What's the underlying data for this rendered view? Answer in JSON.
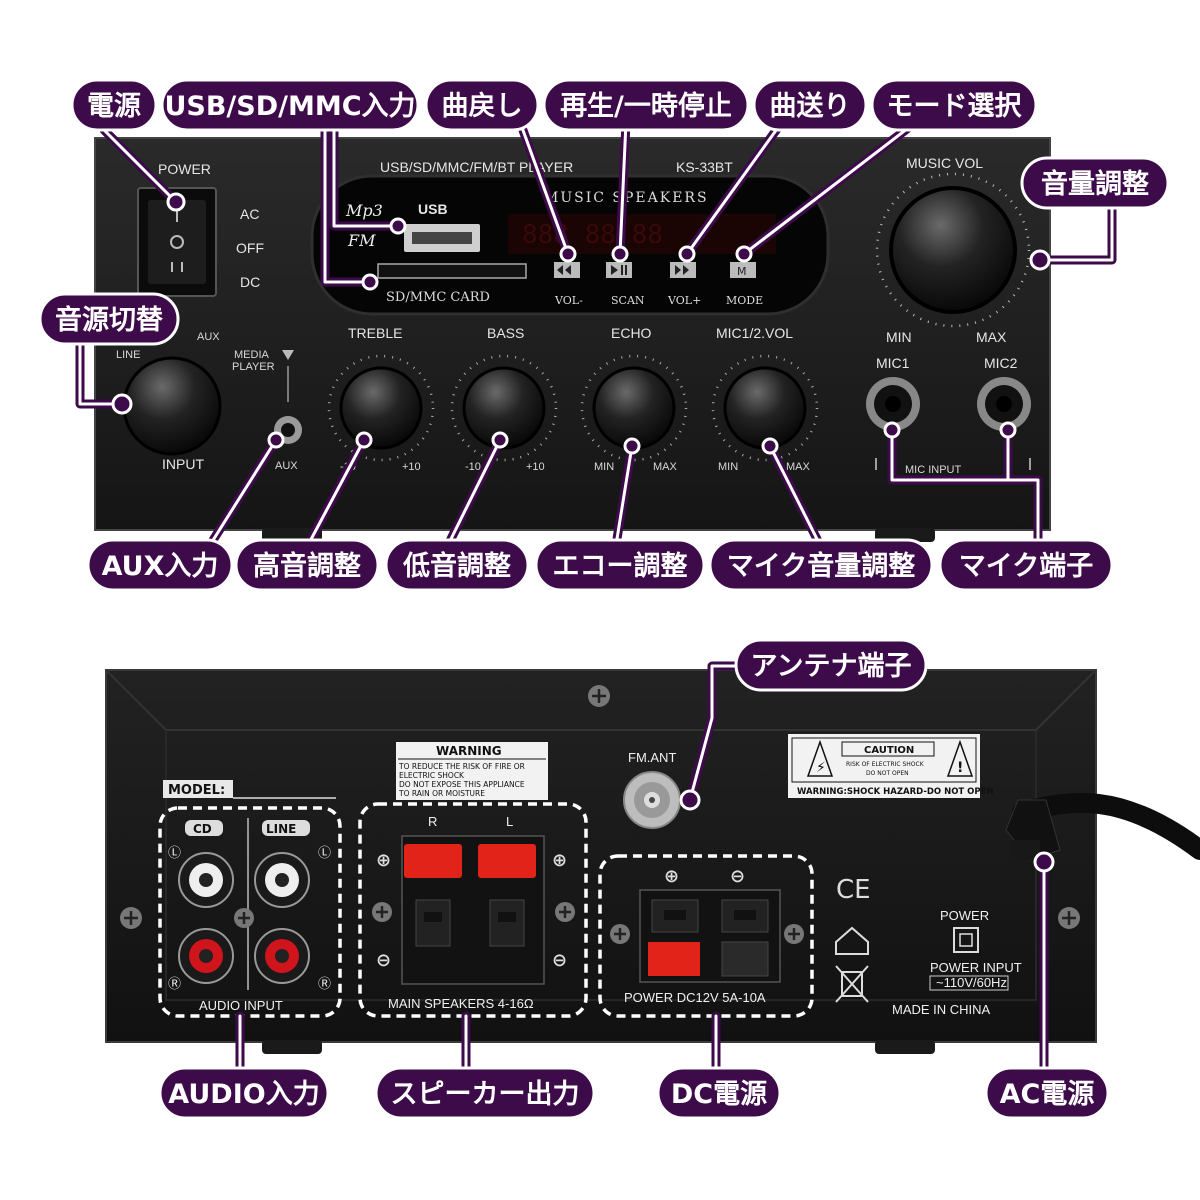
{
  "front": {
    "header_model": "USB/SD/MMC/FM/BT PLAYER",
    "model_number": "KS-33BT",
    "music_speakers": "MUSIC SPEAKERS",
    "power_label": "POWER",
    "switch_ac": "AC",
    "switch_off": "OFF",
    "switch_dc": "DC",
    "mp3_logo": "Mp3",
    "fm_logo": "FM",
    "usb_label": "USB",
    "sd_card_label": "SD/MMC CARD",
    "btn_prev": "VOL-",
    "btn_scan": "SCAN",
    "btn_next": "VOL+",
    "btn_mode": "MODE",
    "music_vol": "MUSIC VOL",
    "vol_min": "MIN",
    "vol_max": "MAX",
    "input_line": "LINE",
    "input_aux": "AUX",
    "input_media": "MEDIA",
    "input_player": "PLAYER",
    "input_label": "INPUT",
    "aux_jack": "AUX",
    "treble": "TREBLE",
    "bass": "BASS",
    "echo": "ECHO",
    "mic_vol": "MIC1/2.VOL",
    "treble_min": "-10",
    "treble_max": "+10",
    "bass_min": "-10",
    "bass_max": "+10",
    "echo_min": "MIN",
    "echo_max": "MAX",
    "mic_min": "MIN",
    "mic_max": "MAX",
    "mic1": "MIC1",
    "mic2": "MIC2",
    "mic_input": "MIC INPUT"
  },
  "front_callouts": {
    "power": "電源",
    "usb_sd_mmc": "USB/SD/MMC入力",
    "prev": "曲戻し",
    "play_pause": "再生/一時停止",
    "next": "曲送り",
    "mode": "モード選択",
    "volume": "音量調整",
    "source": "音源切替",
    "aux_in": "AUX入力",
    "treble": "高音調整",
    "bass": "低音調整",
    "echo": "エコー調整",
    "mic_vol": "マイク音量調整",
    "mic_jack": "マイク端子"
  },
  "rear": {
    "model_label": "MODEL:",
    "cd_label": "CD",
    "line_label": "LINE",
    "audio_input": "AUDIO INPUT",
    "warning_title": "WARNING",
    "warning_line1": "TO REDUCE THE RISK OF FIRE OR",
    "warning_line2": "ELECTRIC SHOCK",
    "warning_line3": "DO NOT EXPOSE THIS APPLIANCE",
    "warning_line4": "TO RAIN OR MOISTURE",
    "speaker_r": "R",
    "speaker_l": "L",
    "main_speakers": "MAIN SPEAKERS 4-16Ω",
    "fm_ant": "FM.ANT",
    "caution_title": "CAUTION",
    "caution_line1": "RISK OF ELECTRIC SHOCK",
    "caution_line2": "DO NOT OPEN",
    "shock_warning": "WARNING:SHOCK HAZARD-DO NOT OPEN",
    "power_dc": "POWER DC12V  5A-10A",
    "ce_mark": "CE",
    "power_label": "POWER",
    "power_input": "POWER INPUT",
    "power_input_spec": "~110V/60Hz",
    "made_in": "MADE IN CHINA"
  },
  "rear_callouts": {
    "antenna": "アンテナ端子",
    "audio_in": "AUDIO入力",
    "speaker_out": "スピーカー出力",
    "dc_power": "DC電源",
    "ac_power": "AC電源"
  }
}
